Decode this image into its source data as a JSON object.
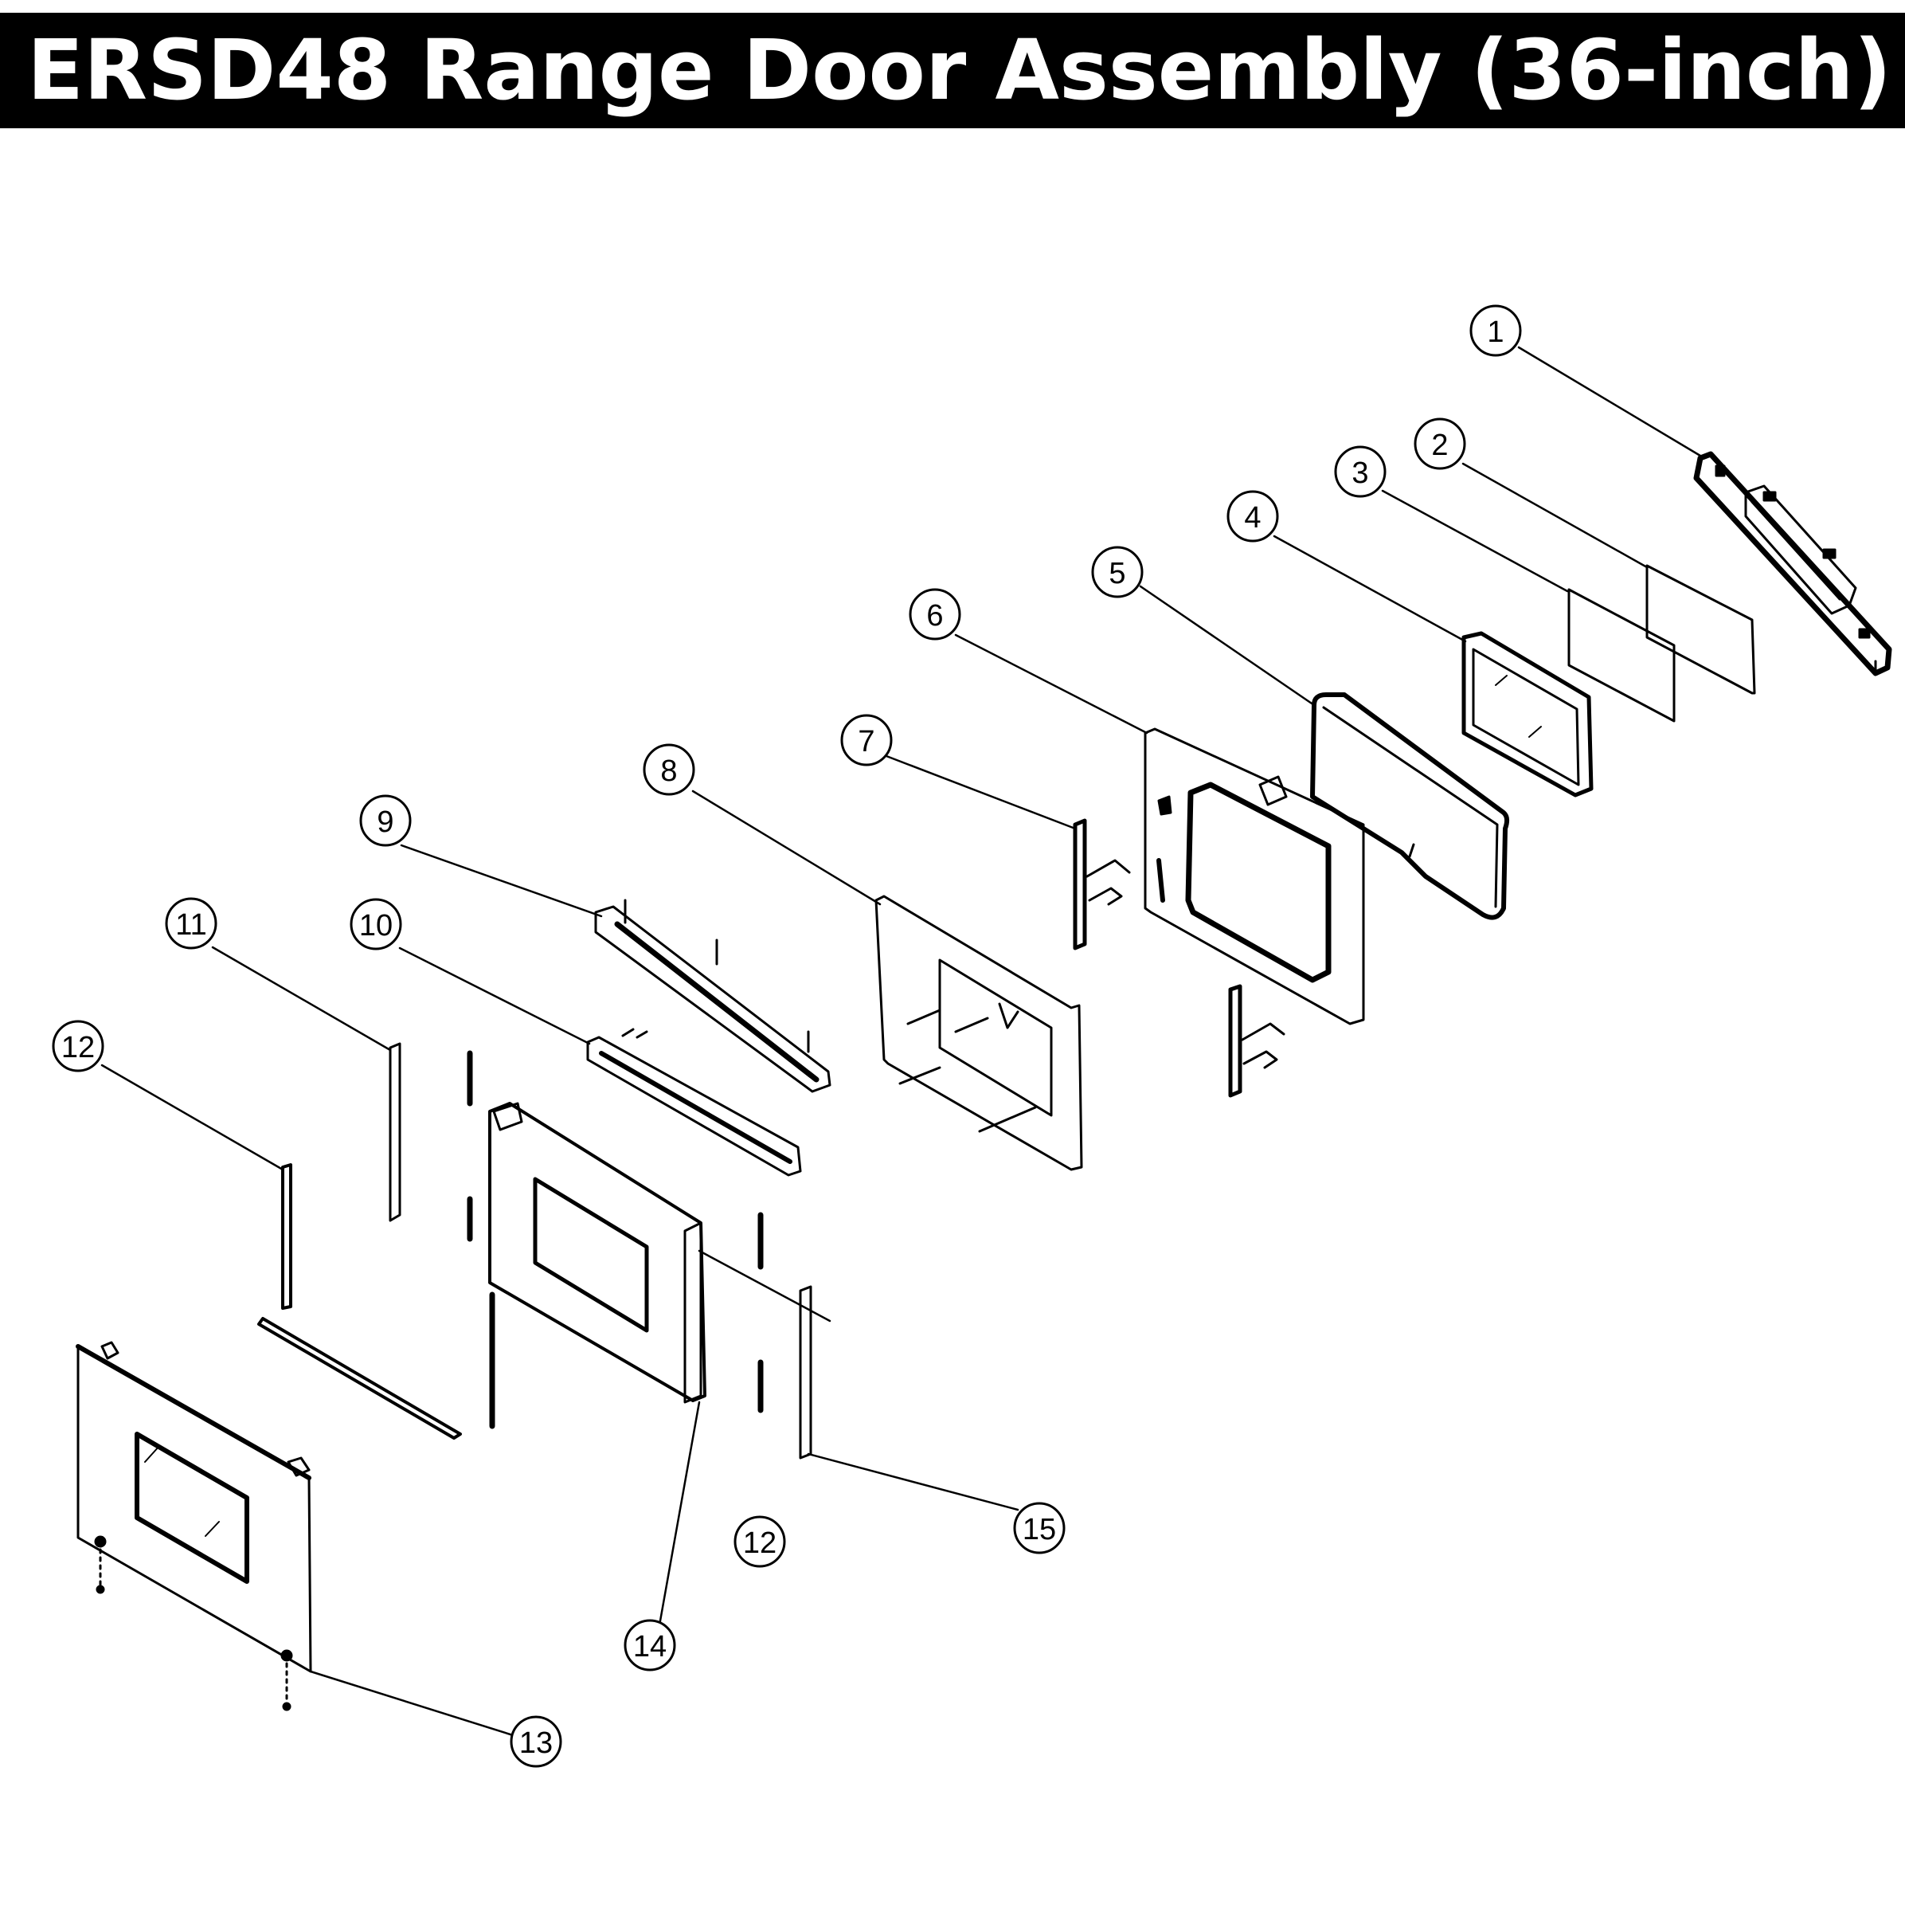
{
  "page_title": "ERSD48 Range Door Assembly (36-inch)",
  "callouts": [
    {
      "label": "1"
    },
    {
      "label": "2"
    },
    {
      "label": "3"
    },
    {
      "label": "4"
    },
    {
      "label": "5"
    },
    {
      "label": "6"
    },
    {
      "label": "7"
    },
    {
      "label": "8"
    },
    {
      "label": "9"
    },
    {
      "label": "10"
    },
    {
      "label": "11"
    },
    {
      "label": "12"
    },
    {
      "label": "12"
    },
    {
      "label": "13"
    },
    {
      "label": "14"
    },
    {
      "label": "15"
    }
  ]
}
